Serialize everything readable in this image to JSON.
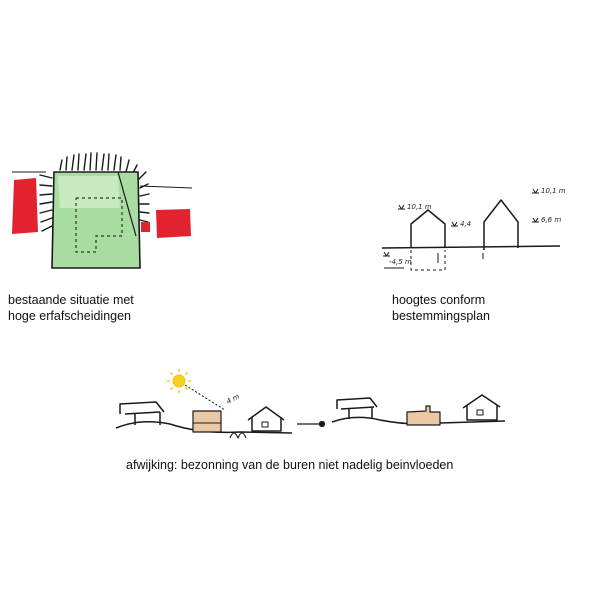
{
  "colors": {
    "ink": "#1a1a1a",
    "plot_green": "#a9dca0",
    "plot_green_light": "#c8eac0",
    "neighbour_red": "#e3222f",
    "house_wood": "#ecc9a6",
    "sun": "#f7cf22"
  },
  "panels": {
    "existing": {
      "caption_line1": "bestaande situatie met",
      "caption_line2": "hoge erfafscheidingen"
    },
    "heights": {
      "label_left_ridge": "10,1 m",
      "label_left_eave": "4,4",
      "label_right_ridge": "10,1 m",
      "label_right_eave": "6,6 m",
      "label_basement": "-4,5 m",
      "caption_line1": "hoogtes conform",
      "caption_line2": "bestemmingsplan"
    },
    "deviation": {
      "label_height": "4 m",
      "caption": "afwijking: bezonning van de buren niet nadelig beinvloeden"
    }
  }
}
